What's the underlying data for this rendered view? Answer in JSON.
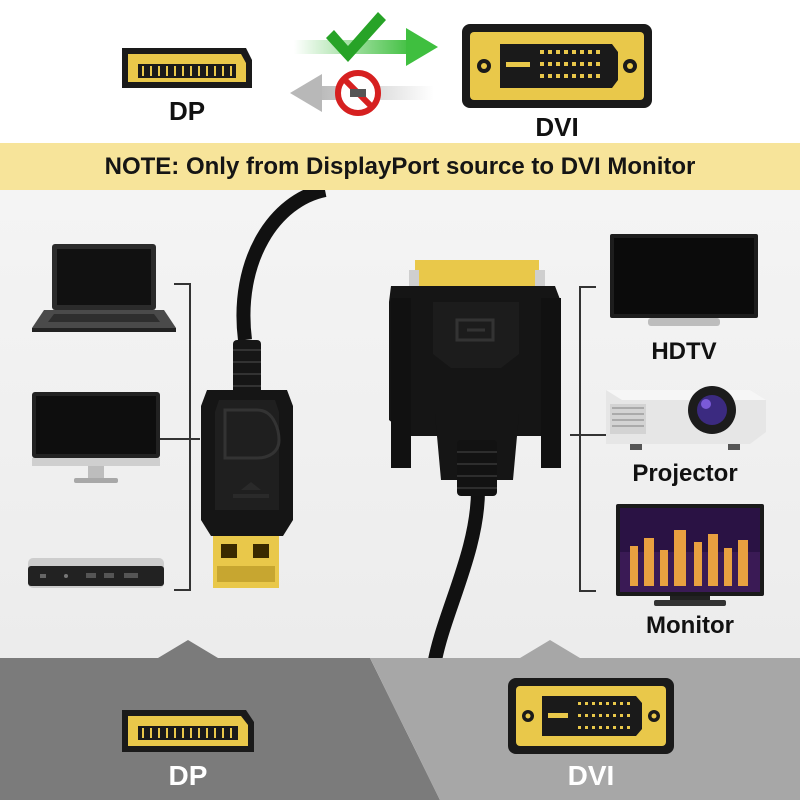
{
  "top": {
    "dp_label": "DP",
    "dvi_label": "DVI"
  },
  "note": {
    "text": "NOTE:  Only from DisplayPort source to DVI Monitor"
  },
  "devices": {
    "hdtv_label": "HDTV",
    "projector_label": "Projector",
    "monitor_label": "Monitor"
  },
  "bottom": {
    "dp_label": "DP",
    "dvi_label": "DVI"
  },
  "colors": {
    "connector_gold": "#e9c84a",
    "note_band": "#f7e49a",
    "arrow_green": "#3fbf3f",
    "forbidden_red": "#d62020"
  }
}
